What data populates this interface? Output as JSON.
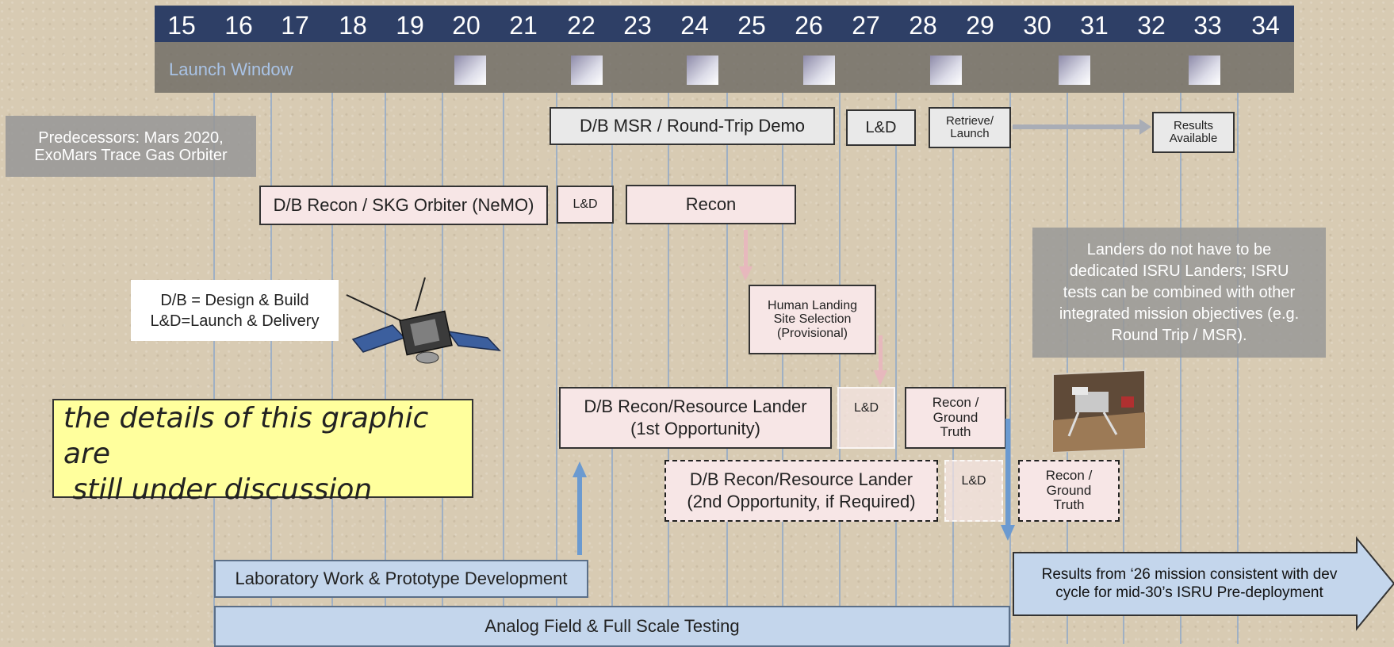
{
  "timeline": {
    "years": [
      "15",
      "16",
      "17",
      "18",
      "19",
      "20",
      "21",
      "22",
      "23",
      "24",
      "25",
      "26",
      "27",
      "28",
      "29",
      "30",
      "31",
      "32",
      "33",
      "34"
    ],
    "launch_window_label": "Launch Window",
    "launch_window_count": 7
  },
  "legend": {
    "abbrev_line1": "D/B = Design & Build",
    "abbrev_line2": "L&D=Launch & Delivery"
  },
  "notes": {
    "predecessors": "Predecessors: Mars 2020, ExoMars Trace Gas Orbiter",
    "landers_note": "Landers do not have to be dedicated ISRU Landers; ISRU tests can be combined with other integrated mission objectives (e.g. Round Trip / MSR).",
    "disclaimer_line1": "the details of this graphic are",
    "disclaimer_line2": " still under discussion"
  },
  "msr_row": {
    "main": "D/B MSR / Round-Trip Demo",
    "ld": "L&D",
    "retrieve": "Retrieve/ Launch",
    "results": "Results Available"
  },
  "recon_row": {
    "orbiter": "D/B Recon / SKG Orbiter (NeMO)",
    "ld": "L&D",
    "recon": "Recon"
  },
  "landing_site": "Human Landing Site Selection (Provisional)",
  "lander1": {
    "main_line1": "D/B Recon/Resource Lander",
    "main_line2": "(1st Opportunity)",
    "ld": "L&D",
    "recon": "Recon / Ground Truth"
  },
  "lander2": {
    "main_line1": "D/B Recon/Resource Lander",
    "main_line2": "(2nd Opportunity, if Required)",
    "ld": "L&D",
    "recon": "Recon / Ground Truth"
  },
  "lab_work": "Laboratory Work & Prototype Development",
  "analog_testing": "Analog Field & Full Scale Testing",
  "results_arrow": "Results from ‘26 mission consistent with dev cycle for mid-30’s ISRU Pre-deployment",
  "colors": {
    "year_bar": "#2e3f66",
    "timeline_line": "#81a1ce",
    "pink_box": "#f7e6e6",
    "blue_box": "#c4d6ec",
    "note_yellow": "#ffff9d"
  },
  "icons": [
    "satellite-icon",
    "lander-photo-icon"
  ]
}
